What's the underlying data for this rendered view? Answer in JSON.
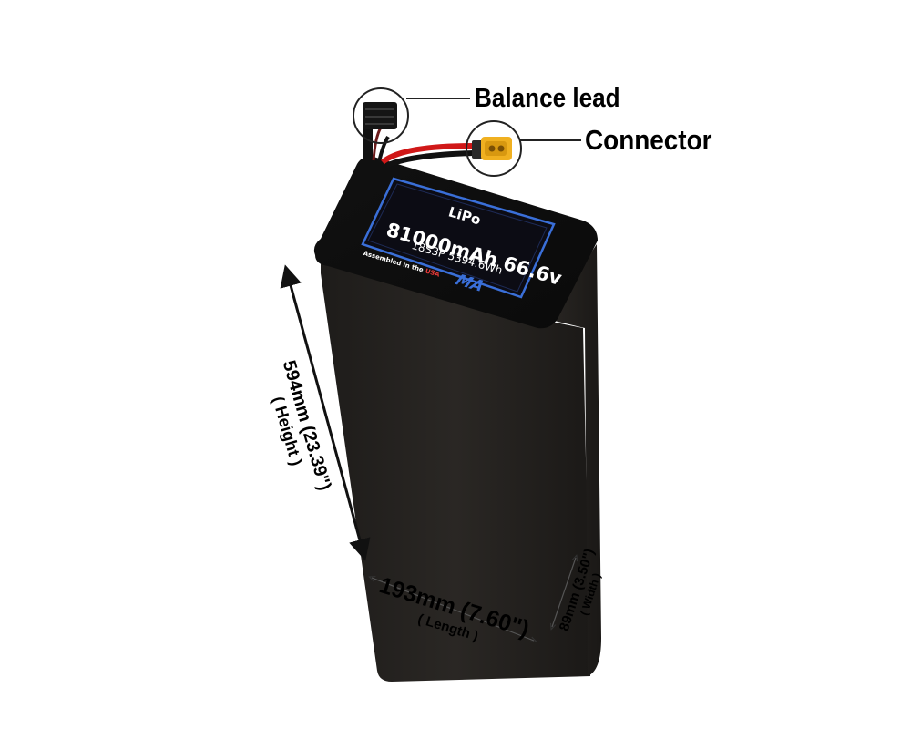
{
  "callouts": {
    "balance_lead": "Balance lead",
    "connector": "Connector"
  },
  "battery_label": {
    "chemistry": "LiPo",
    "capacity_voltage": "81000mAh 66.6v",
    "config_energy": "18S3P 5394.6Wh",
    "assembled_prefix": "Assembled in the",
    "assembled_country": "USA",
    "logo_text": "MA"
  },
  "dimensions": {
    "height": {
      "value": "594mm (23.39\")",
      "name": "( Height )"
    },
    "length": {
      "value": "193mm (7.60\")",
      "name": "( Length )"
    },
    "width": {
      "value": "89mm (3.50\")",
      "name": "( Width )"
    }
  },
  "colors": {
    "battery_body": "#272421",
    "label_background": "#0c0c14",
    "label_border": "#3a6fd8",
    "wire_red": "#d01818",
    "xt_connector": "#f0b020",
    "callout_line": "#222222"
  }
}
